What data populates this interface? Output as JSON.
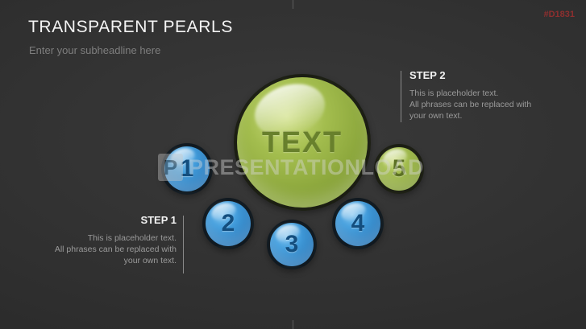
{
  "header": {
    "title": "TRANSPARENT PEARLS",
    "subheadline": "Enter your subheadline here",
    "product_code": "#D1831"
  },
  "pearls": {
    "center": {
      "label": "TEXT",
      "color": "green"
    },
    "items": [
      {
        "number": "1",
        "color": "blue"
      },
      {
        "number": "2",
        "color": "blue"
      },
      {
        "number": "3",
        "color": "blue"
      },
      {
        "number": "4",
        "color": "blue"
      },
      {
        "number": "5",
        "color": "green"
      }
    ]
  },
  "steps": [
    {
      "label": "STEP 1",
      "lines": [
        "This is placeholder text.",
        "All phrases can be replaced with",
        "your own text."
      ]
    },
    {
      "label": "STEP 2",
      "lines": [
        "This is placeholder text.",
        "All phrases can be replaced with",
        "your own text."
      ]
    }
  ],
  "watermark": {
    "logo_letter": "P",
    "text": "PRESENTATIONLOAD"
  },
  "colors": {
    "background": "#2e2e2e",
    "pearl_blue": "#2f86c8",
    "pearl_green": "#93ad3e",
    "product_code_red": "#8e2f2f",
    "step_text_gray": "#9a9a9a"
  }
}
